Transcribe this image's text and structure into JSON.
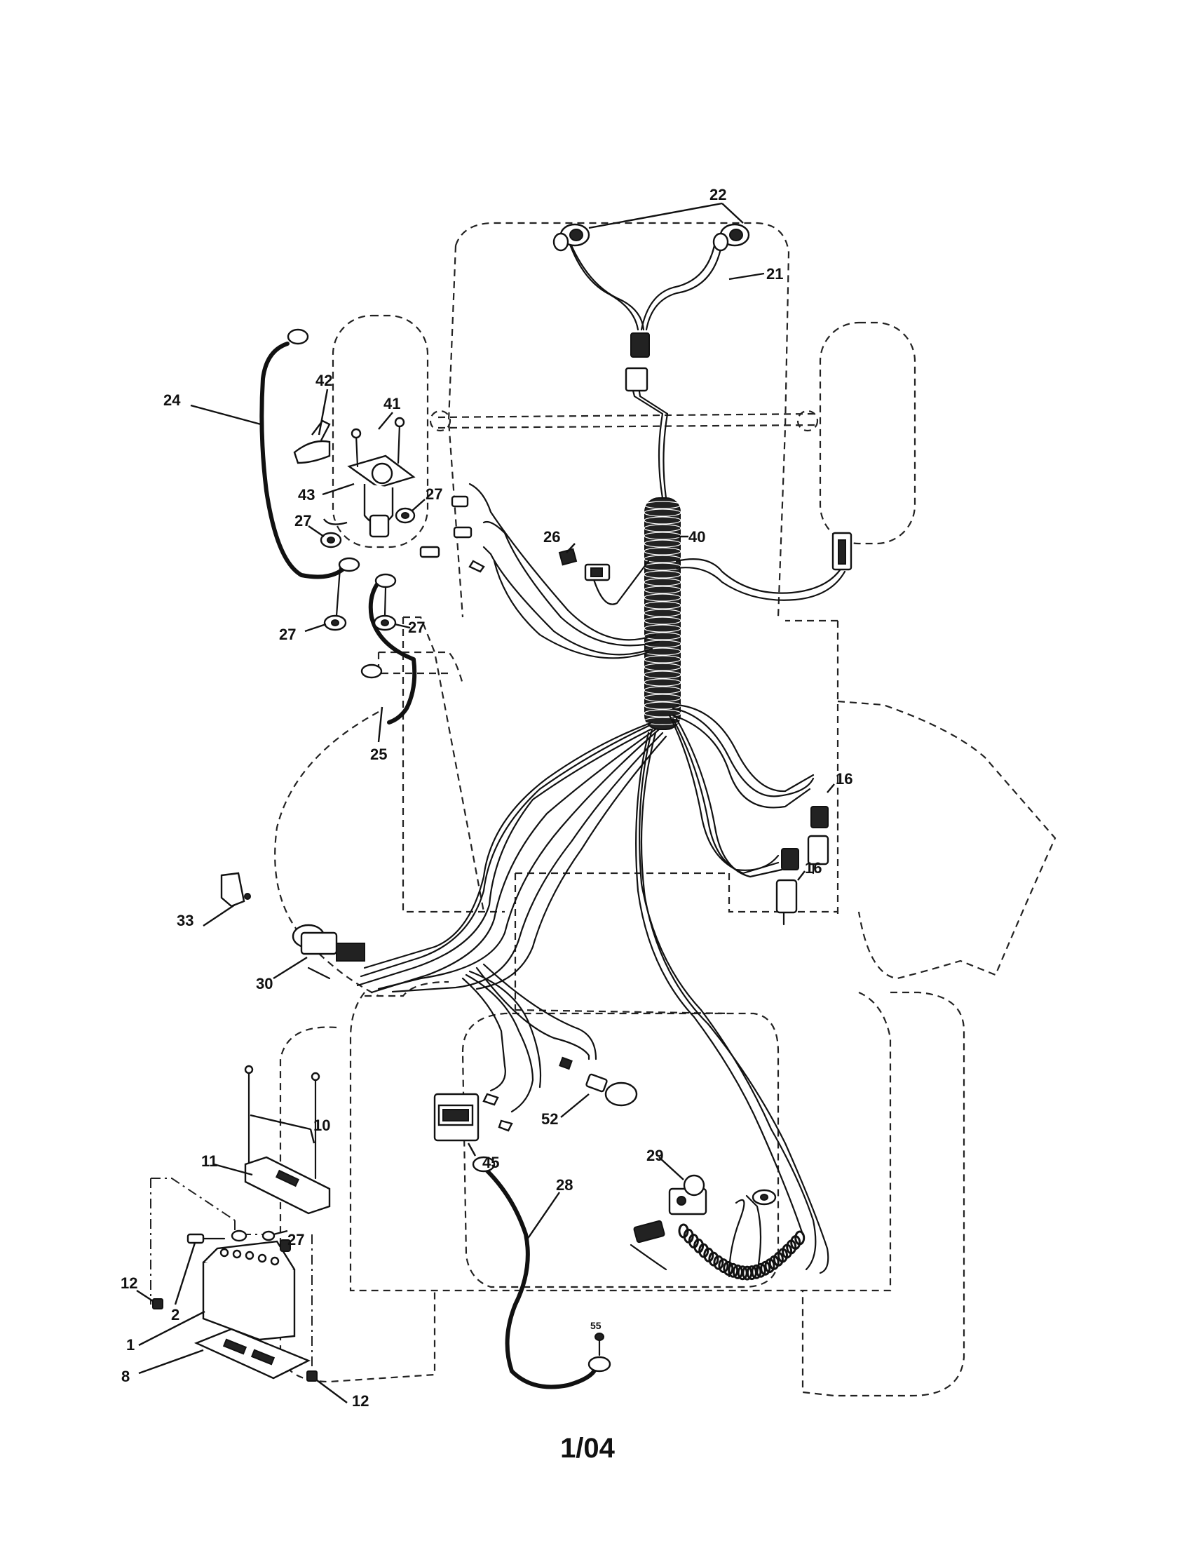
{
  "diagram": {
    "callouts": [
      "22",
      "21",
      "24",
      "42",
      "41",
      "43",
      "27",
      "27",
      "27",
      "27",
      "26",
      "40",
      "25",
      "16",
      "16",
      "33",
      "30",
      "10",
      "11",
      "27",
      "12",
      "2",
      "1",
      "8",
      "12",
      "45",
      "52",
      "29",
      "28",
      "55"
    ],
    "footer": "1/04"
  }
}
